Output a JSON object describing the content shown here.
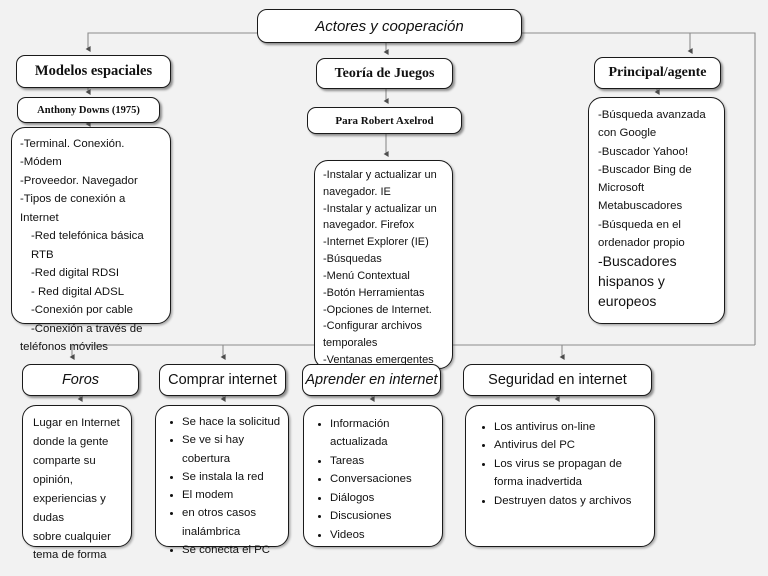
{
  "diagram": {
    "background_color": "#f2f2f2",
    "box_fill": "#ffffff",
    "box_border": "#1a1a1a",
    "connector_color": "#7f7f7f",
    "title": "Actores y cooperación"
  },
  "nodes": {
    "title": "Actores y cooperación",
    "modelos_espaciales": "Modelos espaciales",
    "anthony_downs": "Anthony Downs (1975)",
    "teoria_juegos": "Teoría de Juegos",
    "robert_axelrod": "Para Robert Axelrod",
    "principal_agente": "Principal/agente",
    "foros": "Foros",
    "comprar_internet": "Comprar internet",
    "aprender_internet": "Aprender en internet",
    "seguridad_internet": "Seguridad en internet"
  },
  "modelos_detail": {
    "lines": [
      "-Terminal. Conexión.",
      "",
      "-Módem",
      "-Proveedor. Navegador",
      "-Tipos de conexión a Internet",
      "-Red telefónica básica RTB",
      "-Red digital RDSI",
      "- Red digital ADSL",
      "-Conexión por cable",
      "-Conexión a través de",
      "teléfonos móviles"
    ]
  },
  "aprender_detail": {
    "lines": [
      "-Instalar y actualizar un",
      "navegador. IE",
      "-Instalar y actualizar un",
      "navegador. Firefox",
      "-Internet Explorer (IE)",
      "-Búsquedas",
      "-Menú Contextual",
      "-Botón Herramientas",
      "-Opciones de Internet.",
      "-Configurar archivos",
      "temporales",
      "-Ventanas emergentes"
    ]
  },
  "principal_detail": {
    "lines": [
      "-Búsqueda avanzada",
      "con Google",
      "",
      "-Buscador Yahoo!",
      "-Buscador Bing de",
      "Microsoft",
      "",
      "Metabuscadores",
      "-Búsqueda en el",
      "ordenador propio"
    ],
    "emphasis_lines": [
      "-Buscadores",
      "hispanos y",
      "europeos"
    ]
  },
  "foros_detail": {
    "lines": [
      "Lugar en Internet",
      "donde la gente",
      "comparte su",
      "opinión,",
      "experiencias y dudas",
      "sobre cualquier",
      "tema de forma"
    ]
  },
  "comprar_detail": {
    "bullets": [
      "Se hace la solicitud",
      "Se ve si hay cobertura",
      "Se instala la red",
      "El modem",
      "en otros casos inalámbrica",
      "Se conecta el PC"
    ]
  },
  "aprender_list_detail": {
    "bullets": [
      "Información actualizada",
      "Tareas",
      "Conversaciones",
      "Diálogos",
      "Discusiones",
      "Videos"
    ]
  },
  "seguridad_detail": {
    "bullets": [
      "Los antivirus on-line",
      "Antivirus del PC",
      "Los virus se propagan de forma inadvertida",
      "Destruyen datos y archivos"
    ]
  }
}
